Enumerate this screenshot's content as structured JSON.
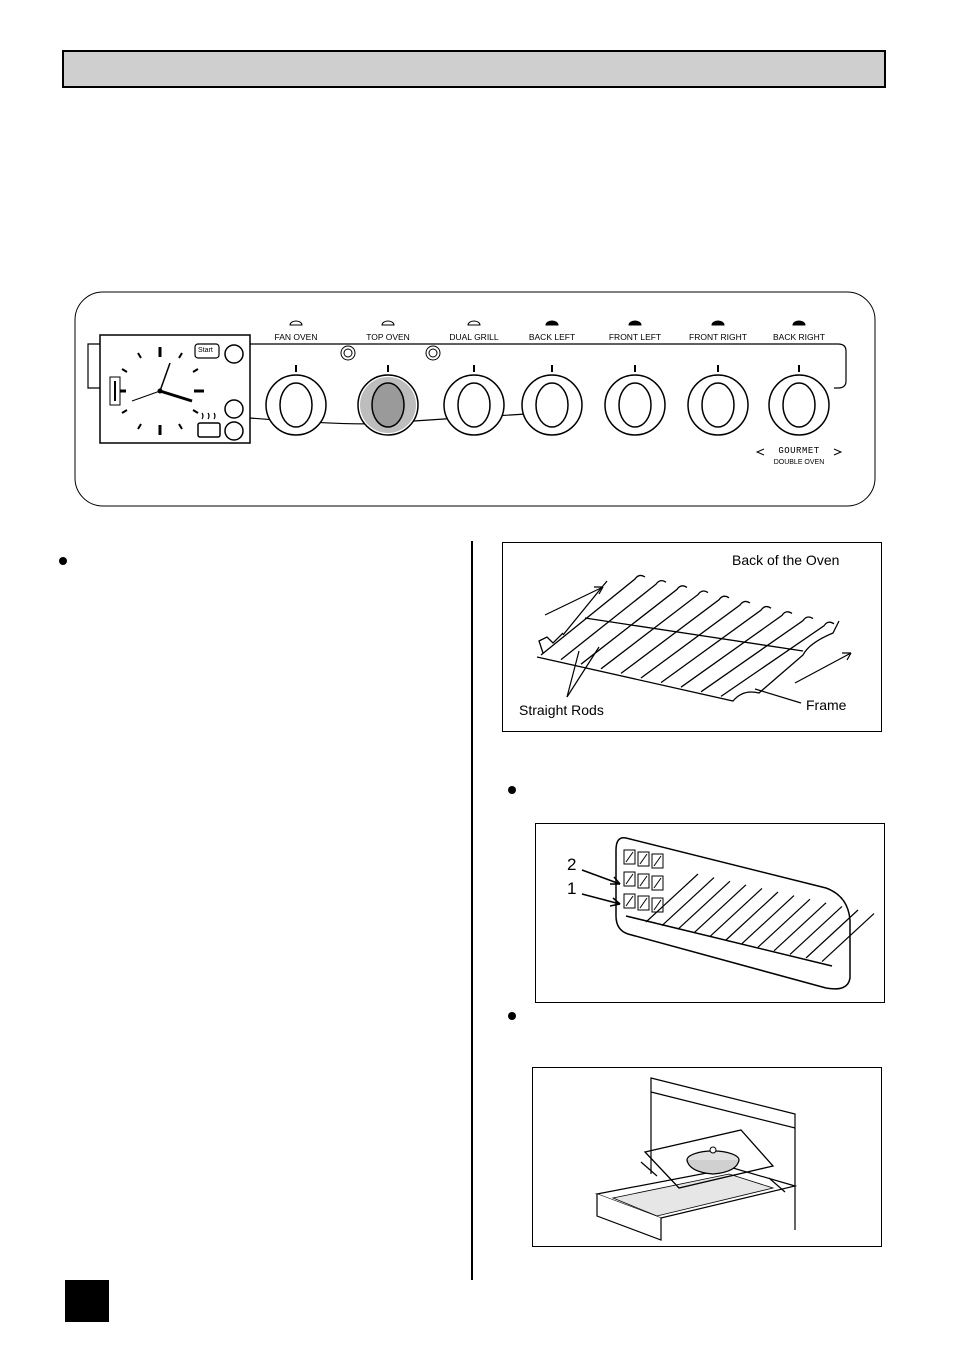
{
  "header": {
    "title": ""
  },
  "control_panel": {
    "clock": {
      "start_label": "Start"
    },
    "knobs": [
      {
        "label": "FAN OVEN",
        "icon": "fan-icon"
      },
      {
        "label": "TOP OVEN",
        "icon": "top-oven-icon"
      },
      {
        "label": "DUAL GRILL",
        "icon": "grill-icon"
      },
      {
        "label": "BACK LEFT",
        "icon": "hotplate-back-left-icon"
      },
      {
        "label": "FRONT LEFT",
        "icon": "hotplate-front-left-icon"
      },
      {
        "label": "FRONT RIGHT",
        "icon": "hotplate-front-right-icon"
      },
      {
        "label": "BACK RIGHT",
        "icon": "hotplate-back-right-icon"
      }
    ],
    "brand": {
      "name": "GOURMET",
      "model": "DOUBLE OVEN"
    }
  },
  "figures": {
    "shelf": {
      "back_label": "Back of the Oven",
      "rods_label": "Straight Rods",
      "frame_label": "Frame"
    },
    "runners": {
      "level_2": "2",
      "level_1": "1"
    }
  }
}
